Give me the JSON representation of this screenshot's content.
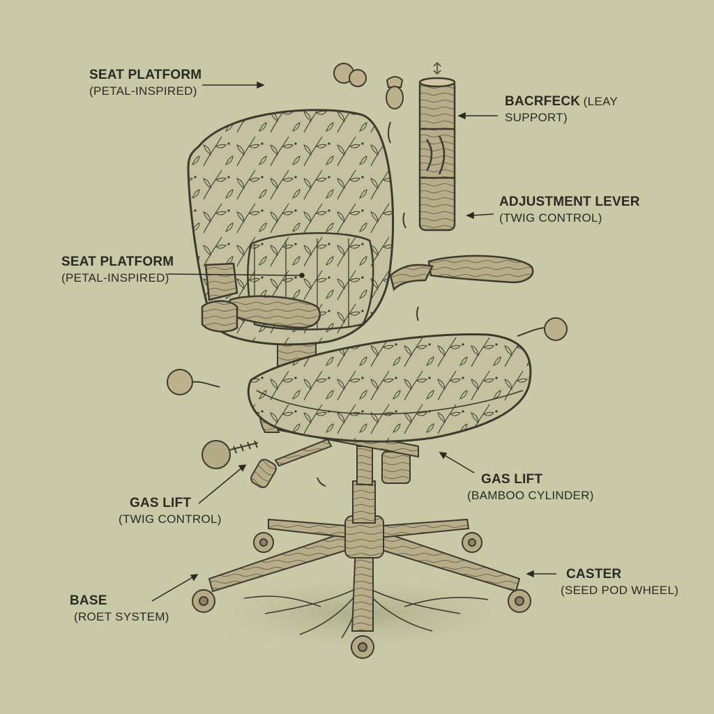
{
  "palette": {
    "paper": "#c9c9a8",
    "ink": "#3b3a2c",
    "wood": "#b9ae8a",
    "fabric": "#c2bf9c"
  },
  "labels": {
    "seat_top": {
      "title": "SEAT PLATFORM",
      "sub": "(PETAL-INSPIRED)"
    },
    "backrest": {
      "title": "BACRFECK",
      "title_tail": "(LEAY",
      "sub": "SUPPORT)"
    },
    "adjustment": {
      "title": "ADJUSTMENT LEVER",
      "sub": "(TWIG CONTROL)"
    },
    "seat_mid": {
      "title": "SEAT PLATFORM",
      "sub": "(PETAL-INSPIRED)"
    },
    "gas_lift_right": {
      "title": "GAS LIFT",
      "sub": "(BAMBOO CYLINDER)"
    },
    "gas_lift_left": {
      "title": "GAS LIFT",
      "sub": "(TWIG CONTROL)"
    },
    "caster": {
      "title": "CASTER",
      "sub": "(SEED POD WHEEL)"
    },
    "base": {
      "title": "BASE",
      "sub": "(ROET SYSTEM)"
    }
  }
}
